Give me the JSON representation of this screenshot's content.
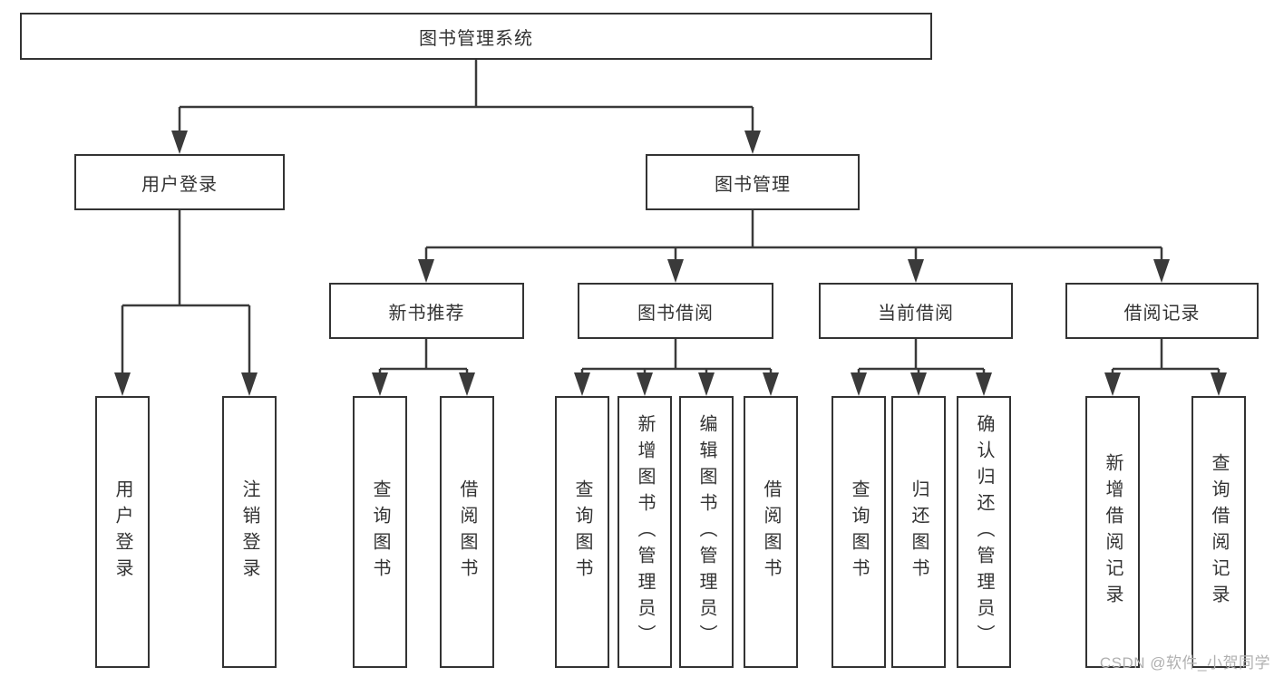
{
  "diagram": {
    "root": {
      "label": "图书管理系统",
      "children": [
        {
          "label": "用户登录",
          "children": [
            {
              "label": "用户登录"
            },
            {
              "label": "注销登录"
            }
          ]
        },
        {
          "label": "图书管理",
          "children": [
            {
              "label": "新书推荐",
              "children": [
                {
                  "label": "查询图书"
                },
                {
                  "label": "借阅图书"
                }
              ]
            },
            {
              "label": "图书借阅",
              "children": [
                {
                  "label": "查询图书"
                },
                {
                  "label": "新增图书（管理员）"
                },
                {
                  "label": "编辑图书（管理员）"
                },
                {
                  "label": "借阅图书"
                }
              ]
            },
            {
              "label": "当前借阅",
              "children": [
                {
                  "label": "查询图书"
                },
                {
                  "label": "归还图书"
                },
                {
                  "label": "确认归还（管理员）"
                }
              ]
            },
            {
              "label": "借阅记录",
              "children": [
                {
                  "label": "新增借阅记录"
                },
                {
                  "label": "查询借阅记录"
                }
              ]
            }
          ]
        }
      ]
    }
  },
  "watermark": {
    "text": "CSDN @软件_小贺同学"
  },
  "colors": {
    "line": "#3a3a3a",
    "border": "#333333",
    "text": "#333333",
    "watermark": "#b0b0b0",
    "background": "#ffffff"
  }
}
